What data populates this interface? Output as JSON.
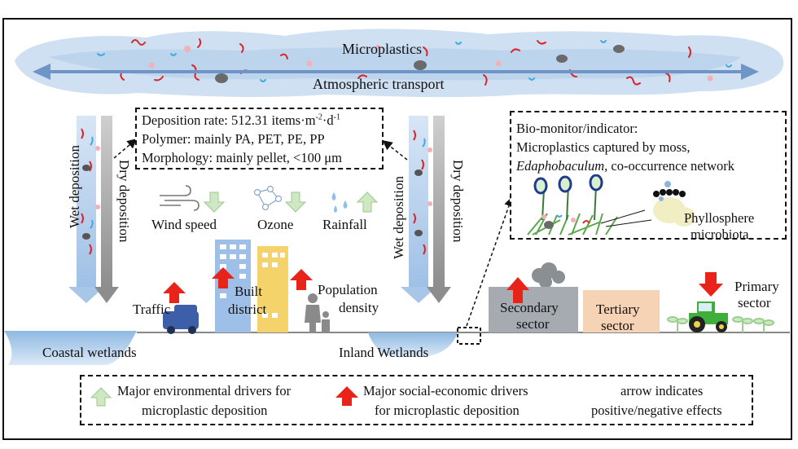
{
  "sky": {
    "title": "Microplastics",
    "transport_label": "Atmospheric transport"
  },
  "deposition": {
    "wet_label": "Wet deposition",
    "dry_label": "Dry deposition"
  },
  "info_box": {
    "line1_prefix": "Deposition rate: 512.31 items·m",
    "line1_sup1": "-2",
    "line1_mid": "·d",
    "line1_sup2": "-1",
    "line2": "Polymer: mainly PA, PET, PE, PP",
    "line3": "Morphology: mainly pellet, <100 μm"
  },
  "environmental_drivers": {
    "wind": "Wind speed",
    "ozone": "Ozone",
    "rainfall": "Rainfall"
  },
  "social_drivers": {
    "traffic": "Traffic",
    "built_line1": "Built",
    "built_line2": "district",
    "population_line1": "Population",
    "population_line2": "density"
  },
  "biomonitor": {
    "line1": "Bio-monitor/indicator:",
    "line2": "Microplastics captured by moss,",
    "line3_italic": "Edaphobaculum,",
    "line3_rest": " co-occurrence network",
    "phyllo_line1": "Phyllosphere",
    "phyllo_line2": "microbiota"
  },
  "sectors": {
    "secondary_line1": "Secondary",
    "secondary_line2": "sector",
    "tertiary_line1": "Tertiary",
    "tertiary_line2": "sector",
    "primary_line1": "Primary",
    "primary_line2": "sector"
  },
  "ground": {
    "coastal": "Coastal wetlands",
    "inland": "Inland Wetlands"
  },
  "legend": {
    "env_line1": "Major environmental drivers for",
    "env_line2": "microplastic deposition",
    "soc_line1": "Major social-economic drivers",
    "soc_line2": "for microplastic deposition",
    "note_line1": "arrow indicates",
    "note_line2": "positive/negative effects"
  },
  "colors": {
    "positive_env_arrow": "#cfe8c4",
    "social_arrow": "#e8241a",
    "wet_column": "#b9d3ee",
    "dry_column": "#9a9a9a",
    "cloud": "#c9ddef",
    "secondary_sector": "#a6abb1",
    "tertiary_sector": "#f6d3b4"
  }
}
